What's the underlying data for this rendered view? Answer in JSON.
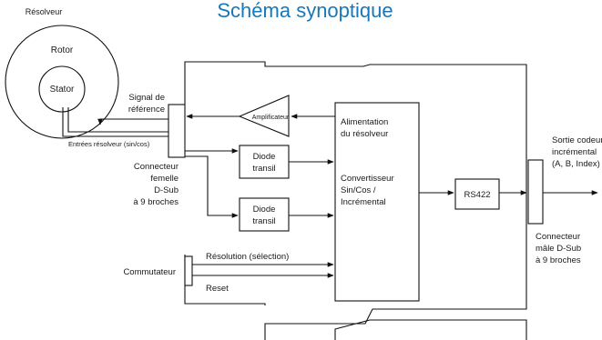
{
  "title": "Schéma synoptique",
  "resolver": {
    "label": "Résolveur",
    "rotor": "Rotor",
    "stator": "Stator"
  },
  "left_labels": {
    "reference_signal": [
      "Signal de",
      "référence"
    ],
    "resolver_inputs": "Entrées résolveur (sin/cos)",
    "female_connector": [
      "Connecteur",
      "femelle",
      "D-Sub",
      "à 9 broches"
    ],
    "switch": "Commutateur"
  },
  "blocks": {
    "amplifier": "Amplificateur",
    "diode1": [
      "Diode",
      "transil"
    ],
    "diode2": [
      "Diode",
      "transil"
    ],
    "power": [
      "Alimentation",
      "du résolveur"
    ],
    "converter": [
      "Convertisseur",
      "Sin/Cos /",
      "Incrémental"
    ],
    "rs422": "RS422"
  },
  "signals": {
    "resolution": "Résolution (sélection)",
    "reset": "Reset"
  },
  "right_labels": {
    "output": [
      "Sortie codeur",
      "incrémental",
      "(A, B, Index)"
    ],
    "male_connector": [
      "Connecteur",
      "mâle D-Sub",
      "à 9 broches"
    ]
  }
}
